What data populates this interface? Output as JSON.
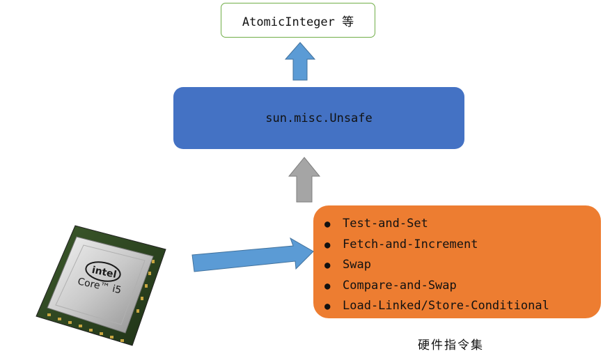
{
  "top_box": {
    "label": "AtomicInteger 等"
  },
  "middle_box": {
    "label": "sun.misc.Unsafe"
  },
  "hardware": {
    "instructions": [
      "Test-and-Set",
      "Fetch-and-Increment",
      "Swap",
      "Compare-and-Swap",
      "Load-Linked/Store-Conditional"
    ],
    "caption": "硬件指令集"
  },
  "cpu_image": {
    "brand": "intel",
    "model": "Core™ i5"
  },
  "colors": {
    "top_border": "#70ad47",
    "middle_fill": "#4472c4",
    "instr_fill": "#ed7d31",
    "arrow_blue": "#5b9bd5",
    "arrow_gray": "#a5a5a5"
  }
}
